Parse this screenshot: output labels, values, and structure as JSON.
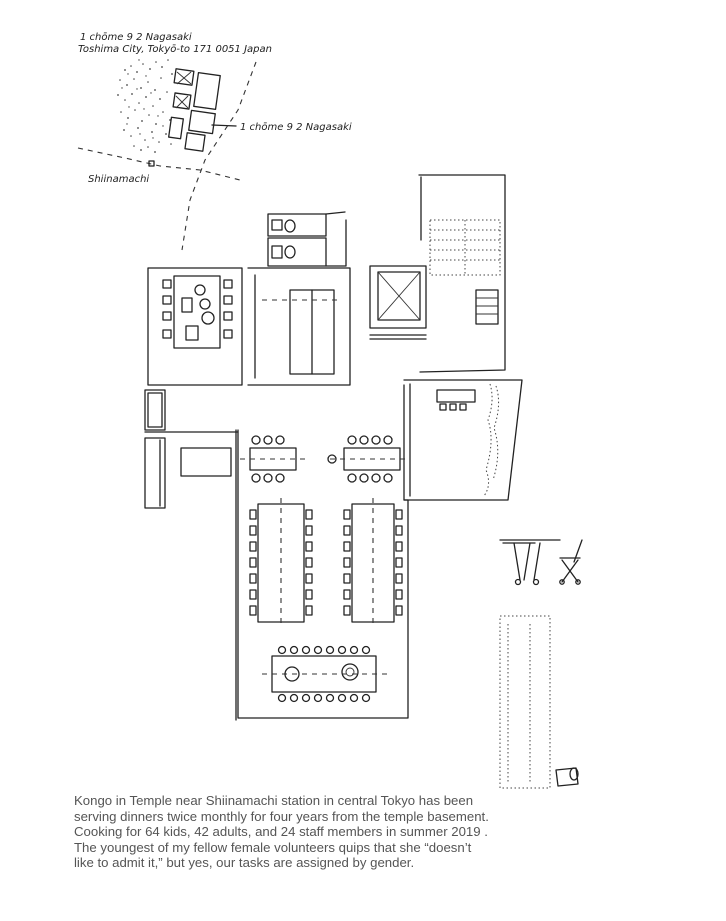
{
  "map": {
    "address_line_1": "1 chōme 9 2 Nagasaki",
    "address_line_2": "Toshima City, Tokyō-to 171 0051 Japan",
    "callout_label": "1 chōme 9 2 Nagasaki",
    "station_label": "Shiinamachi"
  },
  "caption": "Kongo in Temple near Shiinamachi station in central Tokyo has been serving dinners twice monthly for four years from the temple basement. Cooking for 64 kids, 42 adults, and 24 staff members in summer 2019 . The youngest of my fellow female volunteers quips that she “doesn’t like to admit it,” but yes, our tasks are assigned by gender."
}
